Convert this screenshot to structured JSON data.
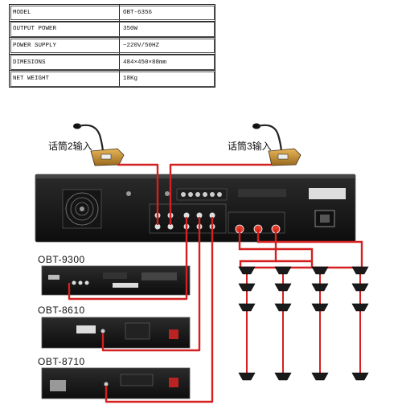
{
  "spec_table": {
    "rows": [
      {
        "label": "MODEL",
        "value": "OBT-6356"
      },
      {
        "label": "OUTPUT POWER",
        "value": "350W"
      },
      {
        "label": "POWER  SUPPLY",
        "value": "~220V/50HZ"
      },
      {
        "label": "DIMESIONS",
        "value": "484×450×88mm"
      },
      {
        "label": " NET WEIGHT",
        "value": "18Kg"
      }
    ]
  },
  "diagram": {
    "mic_left_label": "话筒2输入",
    "mic_right_label": "话筒3输入",
    "devices": [
      "OBT-9300",
      "OBT-8610",
      "OBT-8710"
    ],
    "wire_color": "#d42020",
    "speaker_columns": 4,
    "speaker_rows": 4
  }
}
